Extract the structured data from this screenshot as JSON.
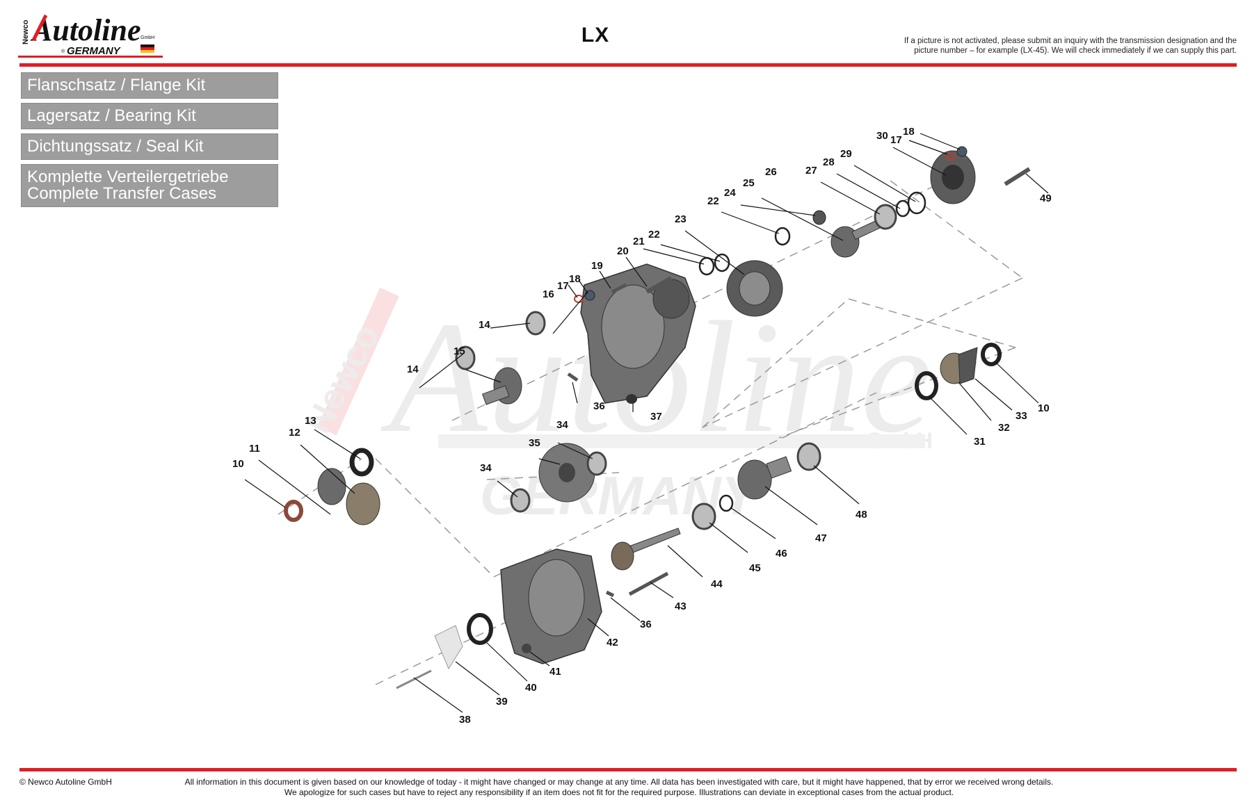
{
  "header": {
    "logo_brand": "Autoline",
    "logo_newco": "Newco",
    "logo_gmbh": "GmbH",
    "logo_country": "GERMANY",
    "logo_registered": "®",
    "title": "LX",
    "note_line1": "If a picture is not activated, please submit an inquiry with the transmission designation and the",
    "note_line2": "picture number – for example (LX-45). We will check immediately if we can supply this part."
  },
  "kit_nav": [
    {
      "label": "Flanschsatz / Flange Kit"
    },
    {
      "label": "Lagersatz / Bearing Kit"
    },
    {
      "label": "Dichtungssatz / Seal Kit"
    },
    {
      "label": "Komplette Verteilergetriebe",
      "label2": "Complete Transfer Cases"
    }
  ],
  "watermark": {
    "newco": "Newco",
    "brand": "Autoline",
    "gmbh": "GmbH",
    "country": "GERMANY"
  },
  "parts": [
    {
      "n": "10"
    },
    {
      "n": "10"
    },
    {
      "n": "11"
    },
    {
      "n": "12"
    },
    {
      "n": "13"
    },
    {
      "n": "14"
    },
    {
      "n": "14"
    },
    {
      "n": "15"
    },
    {
      "n": "16"
    },
    {
      "n": "17"
    },
    {
      "n": "17"
    },
    {
      "n": "18"
    },
    {
      "n": "18"
    },
    {
      "n": "19"
    },
    {
      "n": "20"
    },
    {
      "n": "21"
    },
    {
      "n": "22"
    },
    {
      "n": "22"
    },
    {
      "n": "23"
    },
    {
      "n": "24"
    },
    {
      "n": "25"
    },
    {
      "n": "26"
    },
    {
      "n": "27"
    },
    {
      "n": "28"
    },
    {
      "n": "29"
    },
    {
      "n": "30"
    },
    {
      "n": "31"
    },
    {
      "n": "32"
    },
    {
      "n": "33"
    },
    {
      "n": "34"
    },
    {
      "n": "34"
    },
    {
      "n": "35"
    },
    {
      "n": "36"
    },
    {
      "n": "36"
    },
    {
      "n": "37"
    },
    {
      "n": "38"
    },
    {
      "n": "39"
    },
    {
      "n": "40"
    },
    {
      "n": "41"
    },
    {
      "n": "42"
    },
    {
      "n": "43"
    },
    {
      "n": "44"
    },
    {
      "n": "45"
    },
    {
      "n": "46"
    },
    {
      "n": "47"
    },
    {
      "n": "48"
    },
    {
      "n": "49"
    }
  ],
  "colors": {
    "accent_red": "#e11d24",
    "button_gray": "#9d9d9d",
    "part_metal": "#6b6b6b"
  },
  "footer": {
    "copyright": "© Newco Autoline GmbH",
    "disclaimer_line1": "All information in this document is given based on our knowledge of today - it might have changed or may change at any time. All data has been investigated with care, but it might have happened, that by error we received wrong details.",
    "disclaimer_line2": "We apologize for such cases but have to reject any responsibility if an item does not fit for the required purpose. Illustrations can deviate in exceptional cases from the actual product."
  }
}
